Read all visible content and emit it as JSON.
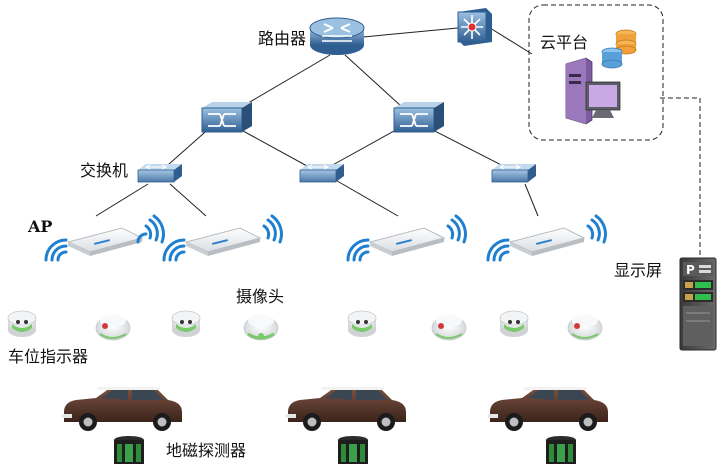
{
  "labels": {
    "router": "路由器",
    "switch": "交换机",
    "ap": "AP",
    "camera": "摄像头",
    "space_indicator": "车位指示器",
    "geomagnetic_detector": "地磁探测器",
    "cloud_platform": "云平台",
    "display_screen": "显示屏"
  },
  "display_panel": {
    "logo": "P"
  },
  "icons": {
    "router": "router-icon",
    "core_switch": "core-switch-icon",
    "firewall": "firewall-icon",
    "access_switch": "access-switch-icon",
    "access_point": "access-point-icon",
    "camera": "camera-icon",
    "indicator": "indicator-icon",
    "car": "car-icon",
    "detector": "detector-icon",
    "database": "database-icon",
    "server": "server-icon",
    "display": "display-icon"
  },
  "colors": {
    "device_blue": "#3f6fa1",
    "device_light": "#8fb3d6",
    "indicator_green": "#7ac96a",
    "indicator_red": "#d23a3a",
    "car_body": "#5a3a2c",
    "database_orange": "#f0a13a",
    "database_blue": "#5aa0d8",
    "server_purple": "#7d5b9d",
    "wifi_blue": "#1f7fd0",
    "panel_dark": "#4b4b4b"
  }
}
